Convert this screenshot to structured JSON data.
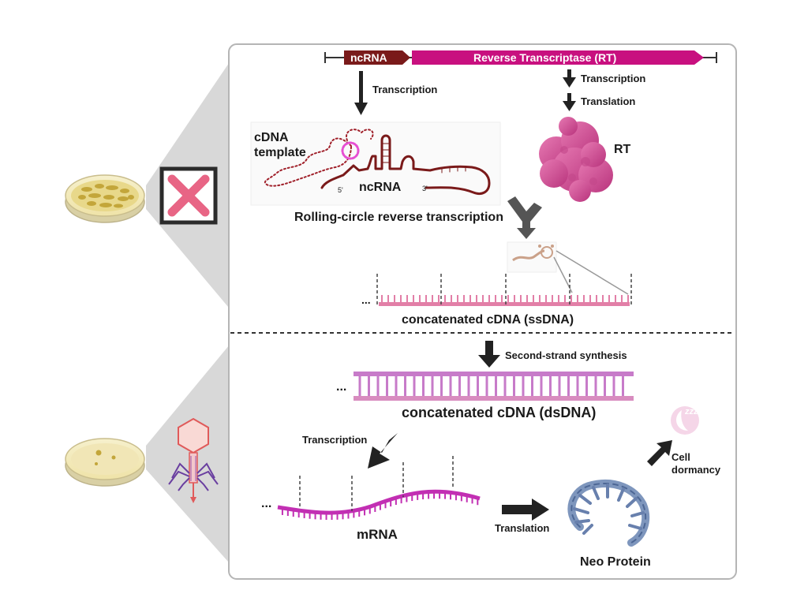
{
  "gene": {
    "ncrna_label": "ncRNA",
    "rt_label": "Reverse Transcriptase (RT)"
  },
  "top": {
    "transcription_left": "Transcription",
    "transcription_right": "Transcription",
    "translation_right": "Translation",
    "cdna_template_line1": "cDNA",
    "cdna_template_line2": "template",
    "ncrna_structure_label": "ncRNA",
    "five_prime": "5'",
    "three_prime": "3'",
    "rt_protein_label": "RT",
    "rolling_circle": "Rolling-circle reverse transcription",
    "ellipsis": "...",
    "ssdna_label": "concatenated cDNA (ssDNA)"
  },
  "bottom": {
    "second_strand": "Second-strand synthesis",
    "ellipsis_dsdna": "...",
    "dsdna_label": "concatenated cDNA (dsDNA)",
    "transcription": "Transcription",
    "ellipsis_mrna": "...",
    "mrna_label": "mRNA",
    "translation": "Translation",
    "neo_protein": "Neo Protein",
    "dormancy_line1": "Cell",
    "dormancy_line2": "dormancy",
    "zzz": "zzz"
  },
  "colors": {
    "ncrna_block": "#7a1a1a",
    "rt_block": "#c8107f",
    "rt_protein": "#d9569c",
    "ssdna": "#e27fa7",
    "dsdna": "#c77bc9",
    "mrna": "#c22fb3",
    "x_mark": "#e86585",
    "panel_border": "#b5b5b5",
    "wedge": "#d6d6d6",
    "protein": "#7e96bd"
  },
  "icons": [
    "petri-dish-icon",
    "close-icon",
    "phage-icon",
    "rt-protein-icon",
    "neo-protein-icon",
    "sleep-icon"
  ]
}
